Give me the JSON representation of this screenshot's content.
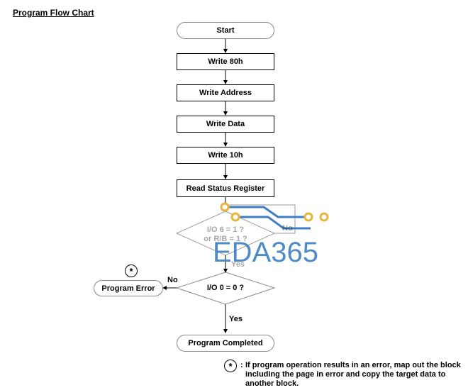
{
  "title": "Program Flow Chart",
  "nodes": {
    "start": "Start",
    "write_80h": "Write 80h",
    "write_address": "Write Address",
    "write_data": "Write Data",
    "write_10h": "Write 10h",
    "read_status": "Read Status Register",
    "check_ready_line1": "I/O 6 = 1 ?",
    "check_ready_line2": "or R/B = 1 ?",
    "check_io0": "I/O 0 = 0 ?",
    "program_error": "Program Error",
    "program_completed": "Program Completed"
  },
  "labels": {
    "ready_no": "No",
    "ready_yes": "Yes",
    "io0_no": "No",
    "io0_yes": "Yes"
  },
  "footnote": {
    "symbol": "*",
    "separator": ":",
    "text": "If program operation results in an error, map out the block including the page in error and copy the target data to another block."
  },
  "watermark": {
    "text": "EDA365",
    "color": "#3d7fc2",
    "accent": "#e8b53a"
  }
}
